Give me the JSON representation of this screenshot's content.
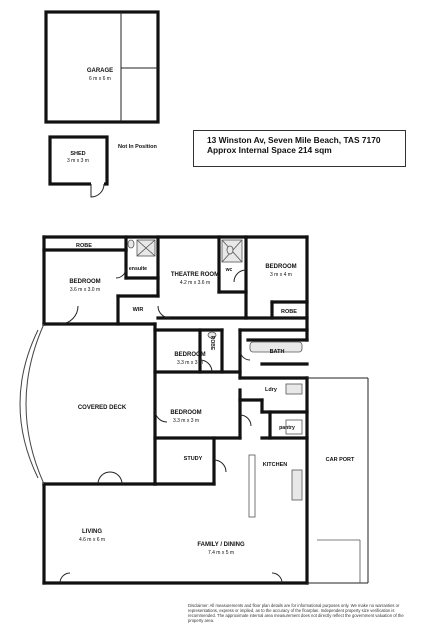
{
  "property": {
    "address": "13 Winston Av, Seven Mile Beach, TAS 7170",
    "internal_space": "Approx Internal Space 214 sqm"
  },
  "rooms": {
    "garage": {
      "name": "GARAGE",
      "size": "6 m x 6 m"
    },
    "shed": {
      "name": "SHED",
      "size": "3 m x 3 m"
    },
    "bedroom_1": {
      "name": "BEDROOM",
      "size": "3.6 m x 3.0 m"
    },
    "theatre": {
      "name": "THEATRE ROOM",
      "size": "4.2 m x 3.6 m"
    },
    "bedroom_2": {
      "name": "BEDROOM",
      "size": "3 m x 4 m"
    },
    "bedroom_3": {
      "name": "BEDROOM",
      "size": "3.3 m x 3 m"
    },
    "bedroom_4": {
      "name": "BEDROOM",
      "size": "3.3 m x 3 m"
    },
    "living": {
      "name": "LIVING",
      "size": "4.6 m x 6 m"
    },
    "family": {
      "name": "FAMILY / DINING",
      "size": "7.4 m x 5 m"
    }
  },
  "labels": {
    "not_in_position": "Not In Position",
    "robe_1": "ROBE",
    "robe_2": "ROBE",
    "robe_3": "ROBE",
    "ensuite": "ensuite",
    "wc": "wc",
    "wir": "WIR",
    "bath": "BATH",
    "ldry": "Ldry",
    "pantry": "pantry",
    "study": "STUDY",
    "kitchen": "KITCHEN",
    "covered_deck": "COVERED DECK",
    "car_port": "CAR PORT"
  },
  "disclaimer": "Disclaimer: All measurements and floor plan details are for informational purposes only. We make no warranties or representations, express or implied, as to the accuracy of the floorplan. Independent property size verification is recommended. The approximate internal area measurement does not directly reflect the government valuation of the property area."
}
